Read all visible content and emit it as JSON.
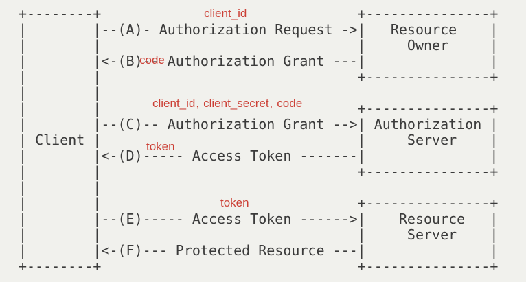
{
  "diagram": {
    "ascii": "+--------+                               +---------------+\n|        |--(A)- Authorization Request ->|   Resource    |\n|        |                               |     Owner     |\n|        |<-(B)-- Authorization Grant ---|               |\n|        |                               +---------------+\n|        |\n|        |                               +---------------+\n|        |--(C)-- Authorization Grant -->| Authorization |\n| Client |                               |     Server    |\n|        |<-(D)----- Access Token -------|               |\n|        |                               +---------------+\n|        |\n|        |                               +---------------+\n|        |--(E)----- Access Token ------>|    Resource   |\n|        |                               |     Server    |\n|        |<-(F)--- Protected Resource ---|               |\n+--------+                               +---------------+",
    "annotations": {
      "a": "client_id",
      "b": "code",
      "c": "client_id、client_secret、code",
      "d": "token",
      "e": "token"
    },
    "colors": {
      "background": "#f1f1ed",
      "ink": "#3b3b3b",
      "annotation_red": "#cc4036"
    }
  }
}
